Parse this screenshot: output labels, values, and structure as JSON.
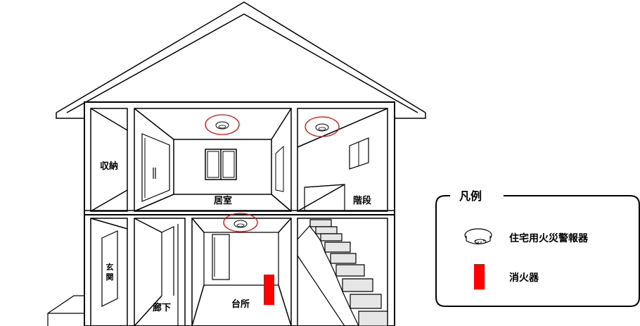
{
  "rooms": {
    "storage": "収納",
    "living": "居室",
    "stairs": "階段",
    "entrance_line1": "玄",
    "entrance_line2": "関",
    "hallway": "廊下",
    "kitchen": "台所"
  },
  "legend": {
    "title": "凡例",
    "smoke_alarm": "住宅用火災警報器",
    "extinguisher": "消火器"
  },
  "colors": {
    "highlight_circle": "#e01010",
    "extinguisher": "#ff0000",
    "stair_step": "#e6e6e6",
    "line": "#000000"
  }
}
